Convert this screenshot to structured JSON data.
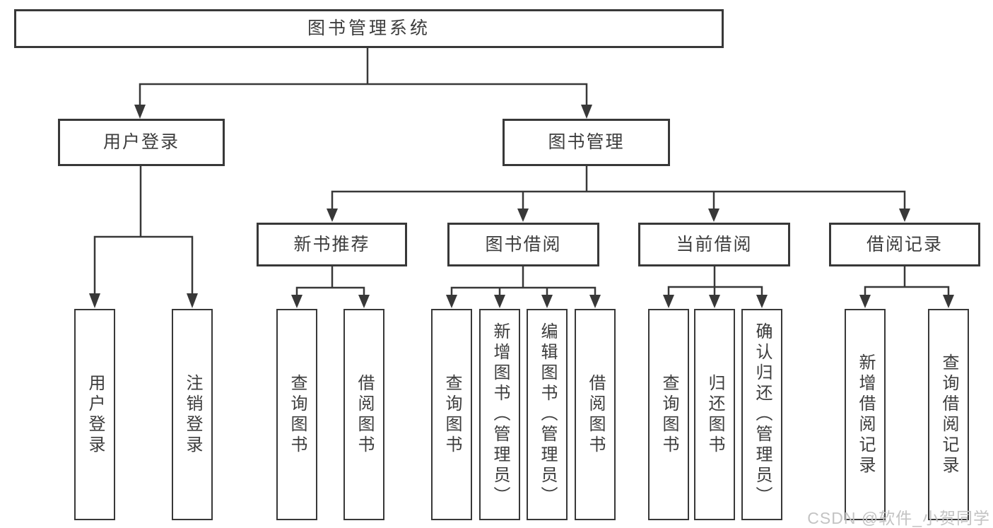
{
  "tree": {
    "label": "图书管理系统",
    "children": [
      {
        "label": "用户登录",
        "children": [
          {
            "label": "用户登录"
          },
          {
            "label": "注销登录"
          }
        ]
      },
      {
        "label": "图书管理",
        "children": [
          {
            "label": "新书推荐",
            "children": [
              {
                "label": "查询图书"
              },
              {
                "label": "借阅图书"
              }
            ]
          },
          {
            "label": "图书借阅",
            "children": [
              {
                "label": "查询图书"
              },
              {
                "label": "新增图书（管理员）"
              },
              {
                "label": "编辑图书（管理员）"
              },
              {
                "label": "借阅图书"
              }
            ]
          },
          {
            "label": "当前借阅",
            "children": [
              {
                "label": "查询图书"
              },
              {
                "label": "归还图书"
              },
              {
                "label": "确认归还（管理员）"
              }
            ]
          },
          {
            "label": "借阅记录",
            "children": [
              {
                "label": "新增借阅记录"
              },
              {
                "label": "查询借阅记录"
              }
            ]
          }
        ]
      }
    ]
  },
  "watermark": {
    "text": "CSDN @软件_小贺同学"
  },
  "colors": {
    "line": "#383838",
    "box_border": "#383838",
    "box_bg": "#ffffff",
    "text": "#3d3d3d",
    "watermark": "#c3c3c3"
  }
}
